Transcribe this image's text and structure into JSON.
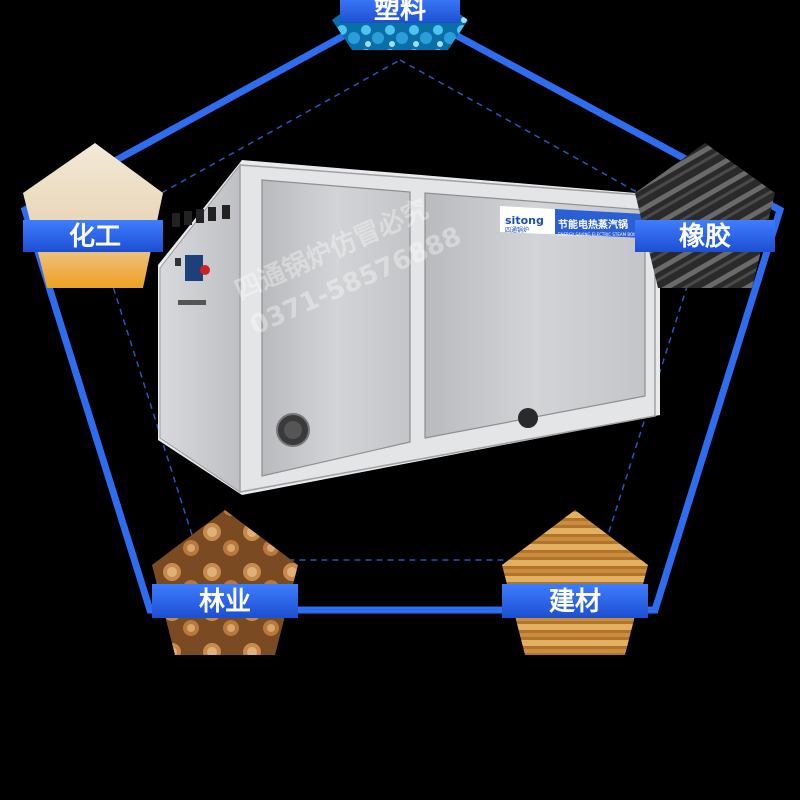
{
  "colors": {
    "background": "#000000",
    "accent_blue": "#2f6df0",
    "label_band": "#2a5fd6",
    "panel": "#c9cacd",
    "frame": "#e6e7e9"
  },
  "industries": [
    {
      "id": "plastics",
      "label": "塑料"
    },
    {
      "id": "chemical",
      "label": "化工"
    },
    {
      "id": "rubber",
      "label": "橡胶"
    },
    {
      "id": "forestry",
      "label": "林业"
    },
    {
      "id": "building",
      "label": "建材"
    }
  ],
  "product": {
    "brand": "sitong",
    "brand_cn": "四通锅炉",
    "title": "节能电热蒸汽锅",
    "subtitle": "ENERGY SAVING ELECTRIC STEAM BOILER"
  },
  "watermark": {
    "line1": "四通锅炉仿冒必究",
    "line2": "0371-58576888"
  }
}
